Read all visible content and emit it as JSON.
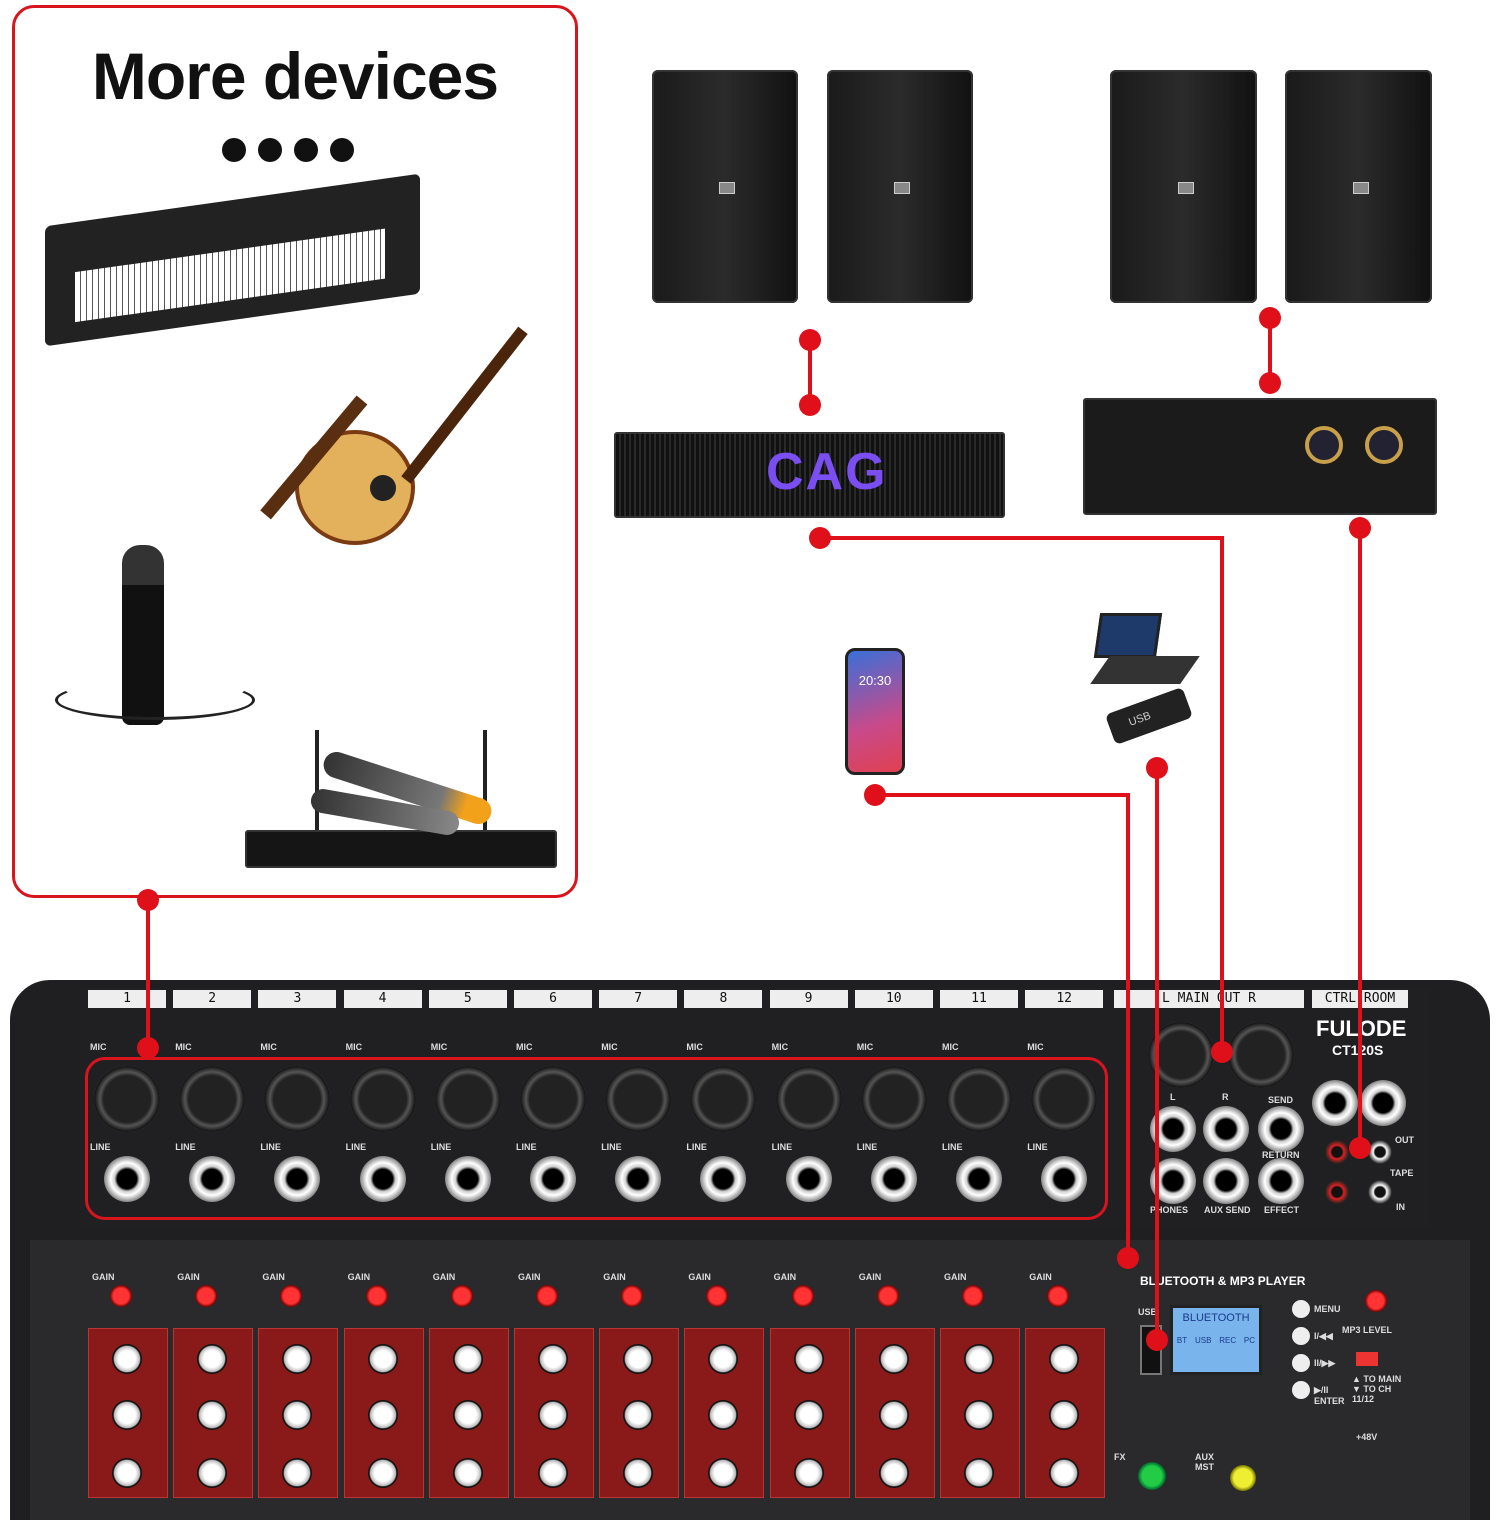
{
  "devices_panel": {
    "title": "More devices",
    "devices": [
      "keyboard",
      "acoustic-guitar",
      "wired-microphone",
      "wireless-microphone-system"
    ]
  },
  "amplifier": {
    "brand_text": "CAG"
  },
  "phone": {
    "time": "20:30"
  },
  "usb_drive": {
    "label": "USB"
  },
  "mixer": {
    "channels": [
      "1",
      "2",
      "3",
      "4",
      "5",
      "6",
      "7",
      "8",
      "9",
      "10",
      "11",
      "12"
    ],
    "mic_label": "MIC",
    "line_label": "LINE",
    "gain_label": "GAIN",
    "main_out_label": "L  MAIN OUT  R",
    "ctrl_room_label": "CTRL ROOM",
    "brand": "FULODE",
    "model": "CT120S",
    "jack_labels": {
      "l": "L",
      "r": "R",
      "send": "SEND",
      "return": "RETURN",
      "phones": "PHONES",
      "aux_send": "AUX SEND",
      "effect": "EFFECT",
      "out": "OUT",
      "tape": "TAPE",
      "in": "IN"
    },
    "bt_title": "BLUETOOTH & MP3 PLAYER",
    "usb": "USB",
    "lcd_text": "BLUETOOTH",
    "lcd_modes": [
      "BT",
      "USB",
      "REC",
      "PC"
    ],
    "buttons": [
      "MENU",
      "I/◀◀",
      "II/▶▶",
      "▶/II ENTER"
    ],
    "mp3_level": "MP3 LEVEL",
    "to_main": "▲ TO MAIN ▼ TO CH 11/12",
    "phantom": "+48V",
    "fx": "FX",
    "aux_mst": "AUX MST"
  },
  "colors": {
    "accent": "#e0101a",
    "mixer_body": "#1f1f22",
    "eq_panel": "#8a1a1a"
  }
}
